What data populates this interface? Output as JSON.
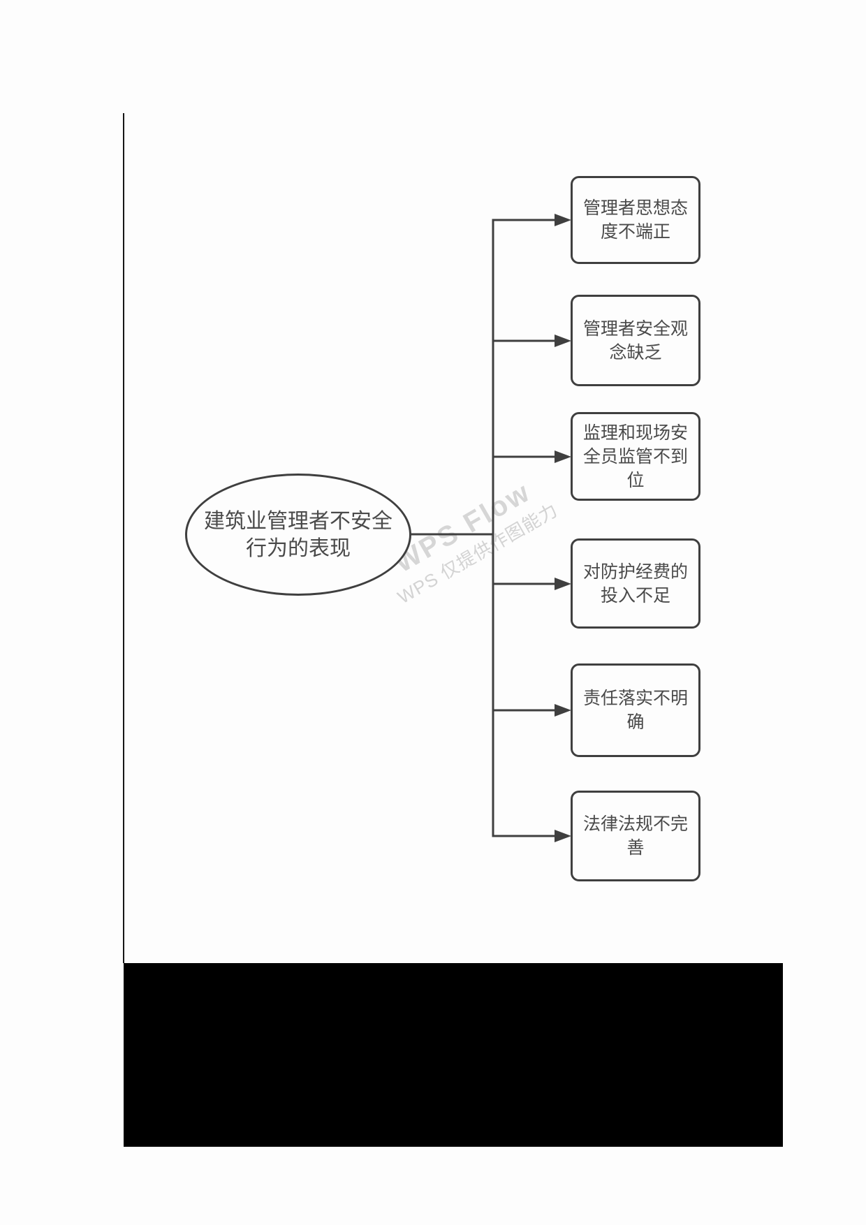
{
  "diagram": {
    "root": {
      "label": "建筑业管理者不安全行为的表现"
    },
    "boxes": [
      {
        "label": "管理者思想态度不端正"
      },
      {
        "label": "管理者安全观念缺乏"
      },
      {
        "label": "监理和现场安全员监管不到位"
      },
      {
        "label": "对防护经费的投入不足"
      },
      {
        "label": "责任落实不明确"
      },
      {
        "label": "法律法规不完善"
      }
    ]
  },
  "watermark": {
    "title": "WPS Flow",
    "subtitle": "WPS 仅提供作图能力"
  },
  "colors": {
    "stroke": "#3f3f3f",
    "text": "#4a4a4a",
    "watermark": "#d6d6d6",
    "redaction": "#000000",
    "page": "#fdfdfd"
  }
}
